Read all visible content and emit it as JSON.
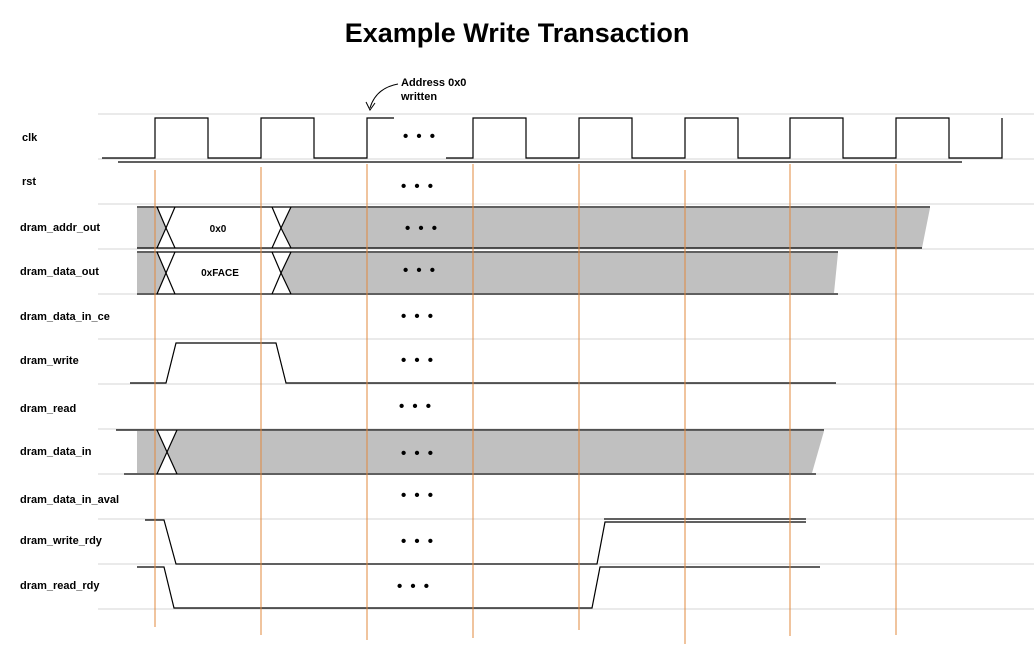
{
  "title": "Example Write Transaction",
  "annotation": {
    "line1": "Address 0x0",
    "line2": "written"
  },
  "ellipsis": "• • •",
  "signals": [
    {
      "id": "clk",
      "label": "clk"
    },
    {
      "id": "rst",
      "label": "rst"
    },
    {
      "id": "dram_addr_out",
      "label": "dram_addr_out",
      "bus_value": "0x0"
    },
    {
      "id": "dram_data_out",
      "label": "dram_data_out",
      "bus_value": "0xFACE"
    },
    {
      "id": "dram_data_in_ce",
      "label": "dram_data_in_ce"
    },
    {
      "id": "dram_write",
      "label": "dram_write"
    },
    {
      "id": "dram_read",
      "label": "dram_read"
    },
    {
      "id": "dram_data_in",
      "label": "dram_data_in"
    },
    {
      "id": "dram_data_in_aval",
      "label": "dram_data_in_aval"
    },
    {
      "id": "dram_write_rdy",
      "label": "dram_write_rdy"
    },
    {
      "id": "dram_read_rdy",
      "label": "dram_read_rdy"
    }
  ],
  "colors": {
    "clock_edge_marker": "#e0893e",
    "bus_fill": "#c0c0c0",
    "row_divider": "#d4d4d4",
    "trace": "#000000"
  }
}
